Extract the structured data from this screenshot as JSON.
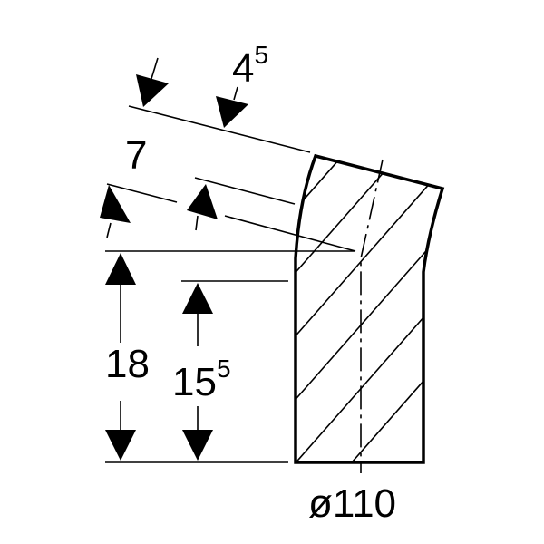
{
  "dimensions": {
    "d1": {
      "main": "4",
      "sup": "5"
    },
    "d2": {
      "main": "7"
    },
    "d3": {
      "main": "18"
    },
    "d4": {
      "main": "15",
      "sup": "5"
    },
    "d5": {
      "main": "ø110"
    }
  },
  "colors": {
    "line": "#000000",
    "background": "#ffffff"
  }
}
